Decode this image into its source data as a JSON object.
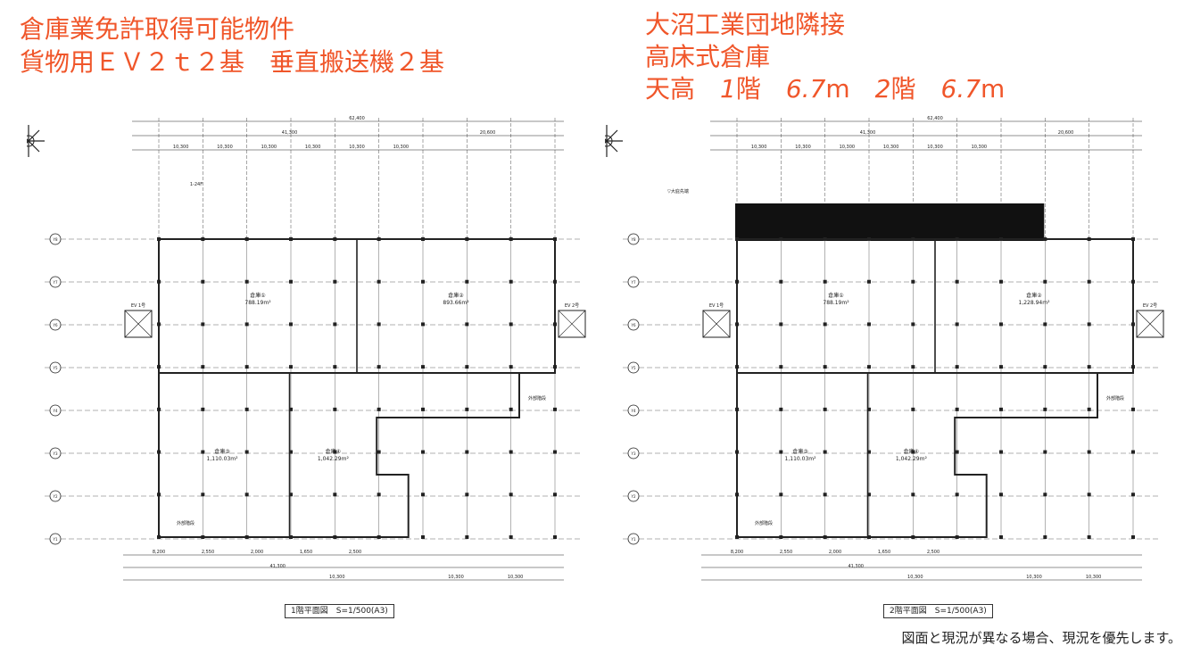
{
  "header_left": {
    "line1": "倉庫業免許取得可能物件",
    "line2": "貨物用ＥＶ２ｔ２基　垂直搬送機２基"
  },
  "header_right": {
    "line1": "大沼工業団地隣接",
    "line2": "高床式倉庫",
    "line3_prefix": "天高　",
    "floor1_num": "1",
    "floor1_label": "階　",
    "floor1_height": "6.7",
    "unit1": "m　",
    "floor2_num": "2",
    "floor2_label": "階　",
    "floor2_height": "6.7",
    "unit2": "m"
  },
  "plan1": {
    "caption": "1階平面図　S=1/500(A3)",
    "rooms": [
      {
        "name": "倉庫①",
        "area": "788.19m²"
      },
      {
        "name": "倉庫②",
        "area": "893.66m²"
      },
      {
        "name": "倉庫③",
        "area": "1,110.03m²"
      },
      {
        "name": "倉庫④",
        "area": "1,042.29m²"
      }
    ],
    "dims_top": [
      "62,400",
      "41,300",
      "20,600",
      "10,300",
      "10,300",
      "10,300",
      "10,300",
      "10,300",
      "10,300"
    ],
    "dims_bottom": [
      "8,200",
      "2,550",
      "2,000",
      "1,650",
      "2,500",
      "10,300",
      "41,300",
      "10,300",
      "10,300"
    ],
    "axis_labels": [
      "Y8",
      "Y7",
      "Y6",
      "Y5",
      "Y4",
      "Y3",
      "Y2",
      "Y1"
    ],
    "tags": [
      "外部階段",
      "外部階段",
      "EV 1号",
      "EV 2号",
      "1-24F"
    ]
  },
  "plan2": {
    "caption": "2階平面図　S=1/500(A3)",
    "rooms": [
      {
        "name": "倉庫①",
        "area": "788.19m²"
      },
      {
        "name": "倉庫②",
        "area": "1,228.94m²"
      },
      {
        "name": "倉庫③",
        "area": "1,110.03m²"
      },
      {
        "name": "倉庫④",
        "area": "1,042.29m²"
      }
    ],
    "dims_top": [
      "62,400",
      "41,300",
      "20,600",
      "10,300",
      "10,300",
      "10,300",
      "10,300",
      "10,300",
      "10,300"
    ],
    "dims_bottom": [
      "8,200",
      "2,550",
      "2,000",
      "1,650",
      "2,500",
      "10,300",
      "41,300",
      "10,300",
      "10,300"
    ],
    "axis_labels": [
      "Y8",
      "Y7",
      "Y6",
      "Y5",
      "Y4",
      "Y3",
      "Y2",
      "Y1"
    ],
    "tags": [
      "外部階段",
      "外部階段",
      "EV 1号",
      "EV 2号",
      "▽大庇先端"
    ]
  },
  "footer_note": "図面と現況が異なる場合、現況を優先します。",
  "colors": {
    "accent": "#f0562a",
    "line": "#222222",
    "fill_dark": "#111111"
  }
}
